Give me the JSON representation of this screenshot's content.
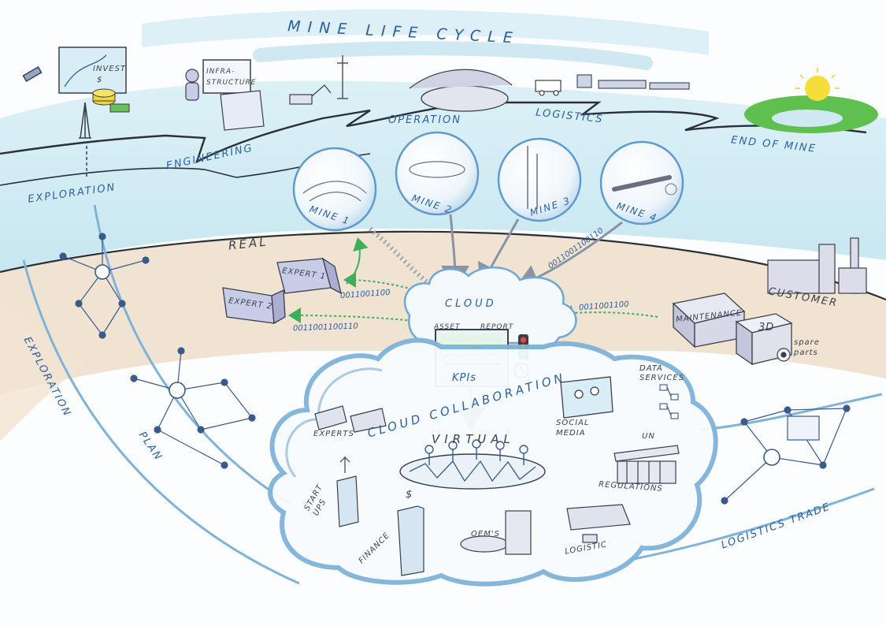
{
  "title": "MINE LIFE CYCLE",
  "top_stages": {
    "invest": "INVEST",
    "currency": "$",
    "infrastructure": "INFRA-STRUCTURE",
    "exploration": "EXPLORATION",
    "engineering": "ENGINEERING",
    "operation": "OPERATION",
    "logistics": "LOGISTICS",
    "end_of_mine": "END OF MINE"
  },
  "mines": [
    "MINE 1",
    "MINE 2",
    "MINE 3",
    "MINE 4"
  ],
  "real_layer": {
    "label": "REAL",
    "expert1": "EXPERT 1",
    "expert2": "EXPERT 2",
    "customer": "CUSTOMER",
    "maintenance": "MAINTENANCE",
    "printer_3d": "3D",
    "spare_parts": "spare parts",
    "binary_a": "0011001100",
    "binary_b": "0011001100110",
    "binary_c": "0011001100",
    "binary_d": "0011001100110"
  },
  "cloud": {
    "label": "CLOUD",
    "asset": "ASSET",
    "report": "REPORT",
    "kpis": "KPIs"
  },
  "collaboration": {
    "title": "CLOUD COLLABORATION",
    "virtual": "VIRTUAL",
    "experts": "EXPERTS",
    "social_media": "SOCIAL MEDIA",
    "data_services": "DATA SERVICES",
    "un": "UN",
    "regulations": "REGULATIONS",
    "start_ups": "START UPS",
    "finance": "FINANCE",
    "currency": "$",
    "oems": "OEM'S",
    "logistic": "LOGISTIC"
  },
  "side_arcs": {
    "exploration": "EXPLORATION",
    "plan": "PLAN",
    "logistics_trade": "LOGISTICS TRADE"
  },
  "colors": {
    "ink": "#3a3f4a",
    "blue_text": "#2b5f9e",
    "water": "#bfe3ee",
    "sand": "#f0e1cf",
    "arrow_green": "#3fae5a",
    "marker_blue": "#6fa8d6"
  }
}
